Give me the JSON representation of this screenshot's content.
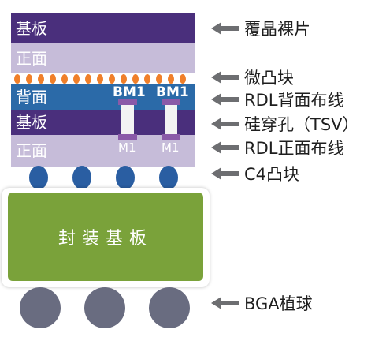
{
  "layers": {
    "top_substrate": "基板",
    "top_front": "正面",
    "back": "背面",
    "substrate": "基板",
    "front": "正面"
  },
  "bm_labels": [
    "BM1",
    "BM1"
  ],
  "m_labels": [
    "M1",
    "M1"
  ],
  "package_substrate": "封装基板",
  "callouts": {
    "flip_chip": "覆晶裸片",
    "micro_bump": "微凸块",
    "rdl_back": "RDL背面布线",
    "tsv": "硅穿孔（TSV）",
    "rdl_front": "RDL正面布线",
    "c4_bump": "C4凸块",
    "bga": "BGA植球"
  },
  "colors": {
    "dark_purple": "#4a2f7c",
    "light_purple": "#c6bcd9",
    "blue_layer": "#2b6aa8",
    "orange_bump": "#f07f2a",
    "c4_blue": "#2a5ea2",
    "green_package": "#7aa23a",
    "ball_gray": "#696c80",
    "arrow_gray": "#6d6e71"
  }
}
